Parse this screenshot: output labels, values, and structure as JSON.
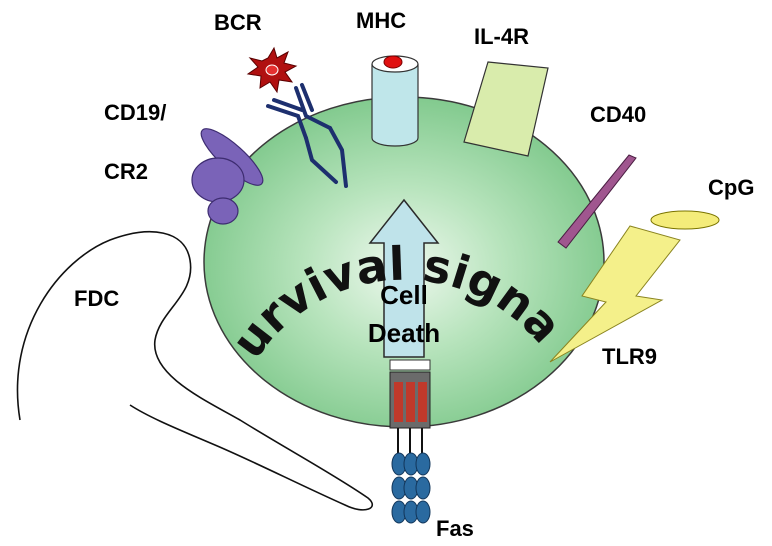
{
  "labels": {
    "bcr": "BCR",
    "mhc": "MHC",
    "il4r": "IL-4R",
    "cd19_line1": "CD19/",
    "cd19_line2": "CR2",
    "cd40": "CD40",
    "cpg": "CpG",
    "fdc": "FDC",
    "tlr9": "TLR9",
    "fas": "Fas",
    "cell_death_line1": "Cell",
    "cell_death_line2": "Death",
    "survival_signals": "Survival signals"
  },
  "colors": {
    "cell_fill": "#8fd49a",
    "cell_center": "#e6f5e6",
    "arrow_fill": "#bfe3ea",
    "mhc_fill": "#bfe6ea",
    "mhc_peptide": "#e01010",
    "bcr_antigen": "#b01010",
    "bcr_chain": "#1d2f6e",
    "il4r_fill": "#d9ecac",
    "cd19_fill": "#7a63b8",
    "cd40_fill": "#a0568f",
    "cpg_fill": "#f4ec7a",
    "tlr9_fill": "#f4f08a",
    "fas_bead": "#2a6aa0",
    "fas_box": "#c0392b"
  }
}
